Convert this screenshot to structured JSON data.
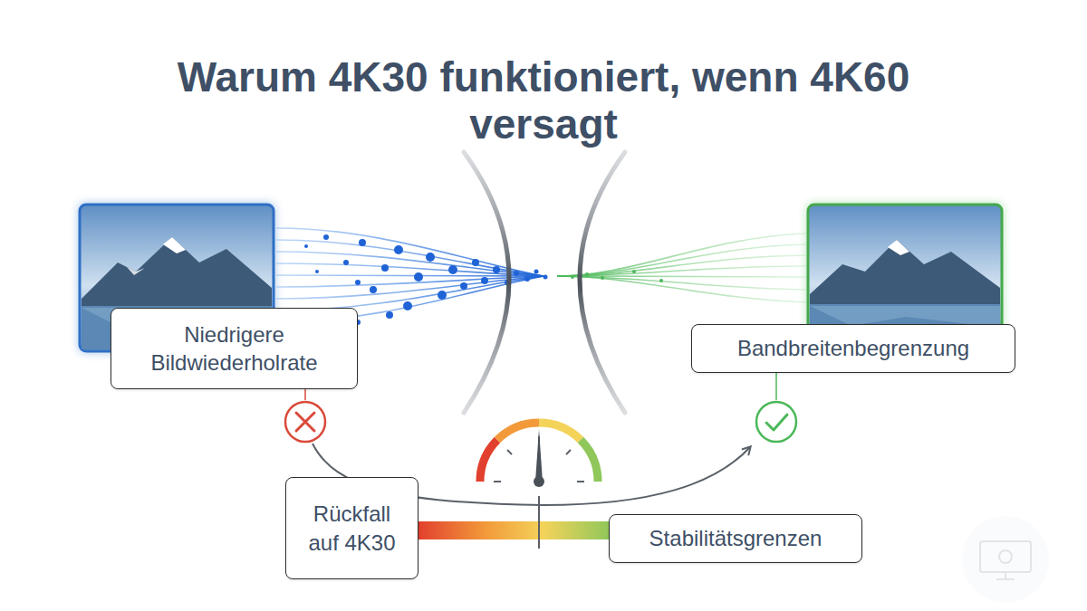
{
  "diagram": {
    "title": "Warum 4K30 funktioniert, wenn 4K60 versagt",
    "nodes": [
      {
        "text": [
          "Niedrigere Bildwiederholrate"
        ]
      },
      {
        "text": [
          "Bandbreitenbegrenzung"
        ]
      },
      {
        "text": [
          "Rückfall auf 4K30"
        ]
      },
      {
        "text": [
          "Stabilitätsgrenzen"
        ]
      }
    ]
  }
}
